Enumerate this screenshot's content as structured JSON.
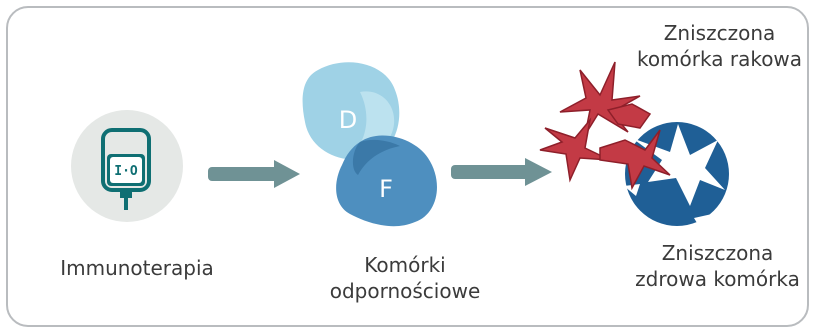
{
  "steps": {
    "immunotherapy": {
      "label": "Immunoterapia",
      "icon": "iv-bag-icon",
      "bag_text": "I·O"
    },
    "immune_cells": {
      "label": "Komórki odpornościowe",
      "cell_d": "D",
      "cell_f": "F"
    },
    "destroyed_cancer_cell": {
      "label": "Zniszczona komórka rakowa"
    },
    "destroyed_healthy_cell": {
      "label": "Zniszczona zdrowa komórka"
    }
  },
  "colors": {
    "arrow": "#6f9295",
    "iv_circle": "#e5e8e6",
    "iv_stroke": "#0f6f73",
    "cell_d": "#9fd2e6",
    "cell_f": "#4e8fbf",
    "cancer": "#c33a45",
    "healthy": "#1f5f96"
  }
}
